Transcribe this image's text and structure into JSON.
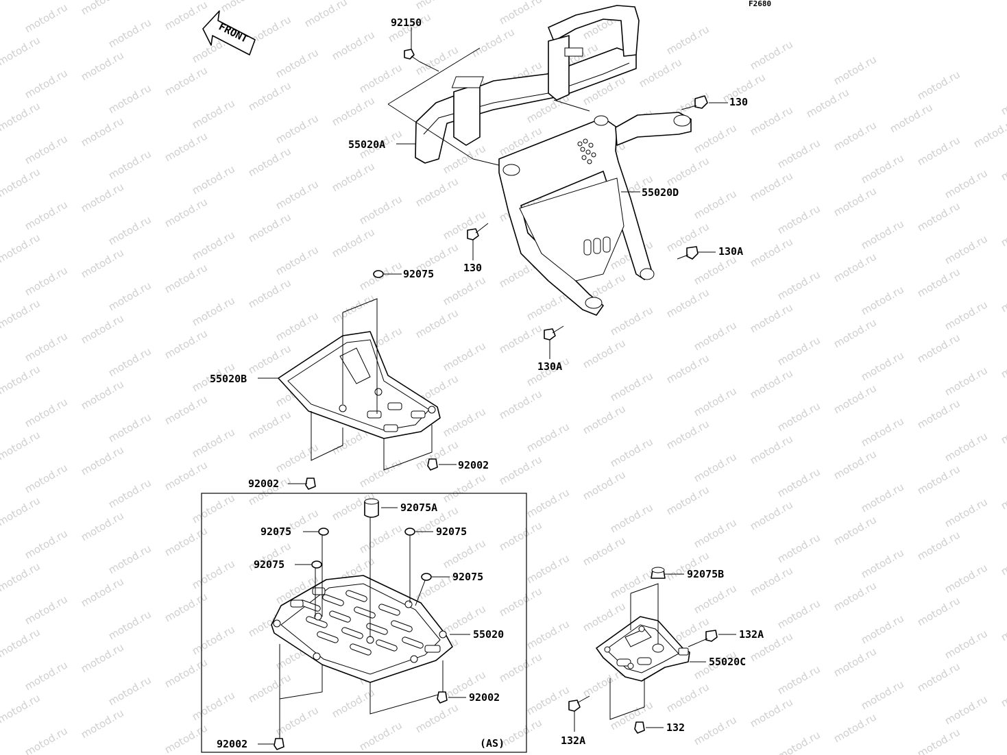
{
  "figure_code": "F2680",
  "front_marker": "FRONT",
  "watermark": "motod.ru",
  "variant_label": "(AS)",
  "callouts": [
    {
      "id": "c-92150",
      "text": "92150"
    },
    {
      "id": "c-130-top",
      "text": "130"
    },
    {
      "id": "c-55020A",
      "text": "55020A"
    },
    {
      "id": "c-55020D",
      "text": "55020D"
    },
    {
      "id": "c-130-mid",
      "text": "130"
    },
    {
      "id": "c-130A-right",
      "text": "130A"
    },
    {
      "id": "c-92075-top",
      "text": "92075"
    },
    {
      "id": "c-130A-low",
      "text": "130A"
    },
    {
      "id": "c-55020B",
      "text": "55020B"
    },
    {
      "id": "c-92002-mid",
      "text": "92002"
    },
    {
      "id": "c-92002-left",
      "text": "92002"
    },
    {
      "id": "c-92075A",
      "text": "92075A"
    },
    {
      "id": "c-92075-a",
      "text": "92075"
    },
    {
      "id": "c-92075-b",
      "text": "92075"
    },
    {
      "id": "c-92075-c",
      "text": "92075"
    },
    {
      "id": "c-92075-d",
      "text": "92075"
    },
    {
      "id": "c-55020",
      "text": "55020"
    },
    {
      "id": "c-92002-box-r",
      "text": "92002"
    },
    {
      "id": "c-92002-box-l",
      "text": "92002"
    },
    {
      "id": "c-92075B",
      "text": "92075B"
    },
    {
      "id": "c-132A-top",
      "text": "132A"
    },
    {
      "id": "c-55020C",
      "text": "55020C"
    },
    {
      "id": "c-132",
      "text": "132"
    },
    {
      "id": "c-132A-low",
      "text": "132A"
    }
  ]
}
